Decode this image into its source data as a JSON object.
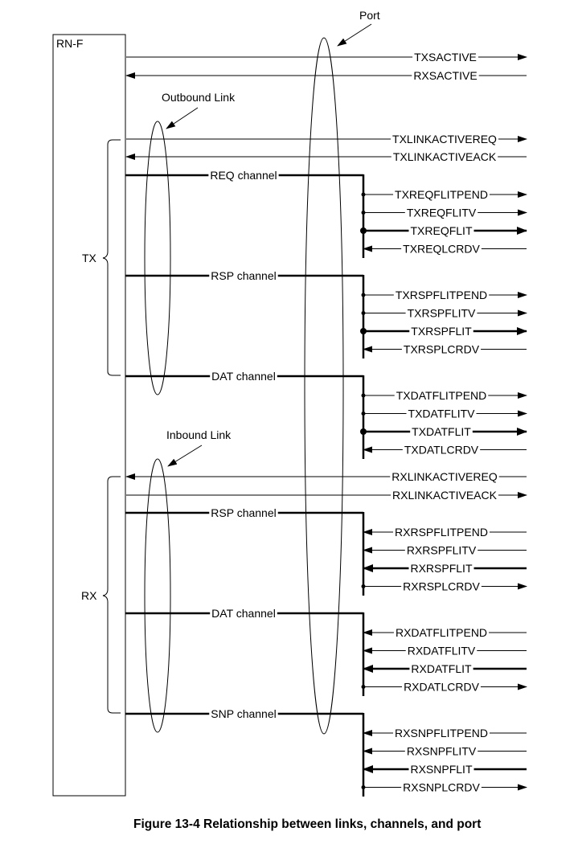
{
  "component": {
    "name": "RN-F"
  },
  "port_label": "Port",
  "outbound_link_label": "Outbound Link",
  "inbound_link_label": "Inbound Link",
  "tx_label": "TX",
  "rx_label": "RX",
  "top_signals": [
    {
      "label": "TXSACTIVE",
      "direction": "out"
    },
    {
      "label": "RXSACTIVE",
      "direction": "in"
    }
  ],
  "tx_link_signals": [
    {
      "label": "TXLINKACTIVEREQ",
      "direction": "out"
    },
    {
      "label": "TXLINKACTIVEACK",
      "direction": "in"
    }
  ],
  "tx_channels": [
    {
      "label": "REQ channel",
      "signals": [
        {
          "label": "TXREQFLITPEND",
          "direction": "out",
          "bold": false
        },
        {
          "label": "TXREQFLITV",
          "direction": "out",
          "bold": false
        },
        {
          "label": "TXREQFLIT",
          "direction": "out",
          "bold": true
        },
        {
          "label": "TXREQLCRDV",
          "direction": "in",
          "bold": false
        }
      ]
    },
    {
      "label": "RSP channel",
      "signals": [
        {
          "label": "TXRSPFLITPEND",
          "direction": "out",
          "bold": false
        },
        {
          "label": "TXRSPFLITV",
          "direction": "out",
          "bold": false
        },
        {
          "label": "TXRSPFLIT",
          "direction": "out",
          "bold": true
        },
        {
          "label": "TXRSPLCRDV",
          "direction": "in",
          "bold": false
        }
      ]
    },
    {
      "label": "DAT channel",
      "signals": [
        {
          "label": "TXDATFLITPEND",
          "direction": "out",
          "bold": false
        },
        {
          "label": "TXDATFLITV",
          "direction": "out",
          "bold": false
        },
        {
          "label": "TXDATFLIT",
          "direction": "out",
          "bold": true
        },
        {
          "label": "TXDATLCRDV",
          "direction": "in",
          "bold": false
        }
      ]
    }
  ],
  "rx_link_signals": [
    {
      "label": "RXLINKACTIVEREQ",
      "direction": "in"
    },
    {
      "label": "RXLINKACTIVEACK",
      "direction": "out"
    }
  ],
  "rx_channels": [
    {
      "label": "RSP channel",
      "signals": [
        {
          "label": "RXRSPFLITPEND",
          "direction": "in",
          "bold": false
        },
        {
          "label": "RXRSPFLITV",
          "direction": "in",
          "bold": false
        },
        {
          "label": "RXRSPFLIT",
          "direction": "in",
          "bold": true
        },
        {
          "label": "RXRSPLCRDV",
          "direction": "out",
          "bold": false
        }
      ]
    },
    {
      "label": "DAT channel",
      "signals": [
        {
          "label": "RXDATFLITPEND",
          "direction": "in",
          "bold": false
        },
        {
          "label": "RXDATFLITV",
          "direction": "in",
          "bold": false
        },
        {
          "label": "RXDATFLIT",
          "direction": "in",
          "bold": true
        },
        {
          "label": "RXDATLCRDV",
          "direction": "out",
          "bold": false
        }
      ]
    },
    {
      "label": "SNP channel",
      "signals": [
        {
          "label": "RXSNPFLITPEND",
          "direction": "in",
          "bold": false
        },
        {
          "label": "RXSNPFLITV",
          "direction": "in",
          "bold": false
        },
        {
          "label": "RXSNPFLIT",
          "direction": "in",
          "bold": true
        },
        {
          "label": "RXSNPLCRDV",
          "direction": "out",
          "bold": false
        }
      ]
    }
  ],
  "caption": "Figure 13-4 Relationship between links, channels, and port"
}
